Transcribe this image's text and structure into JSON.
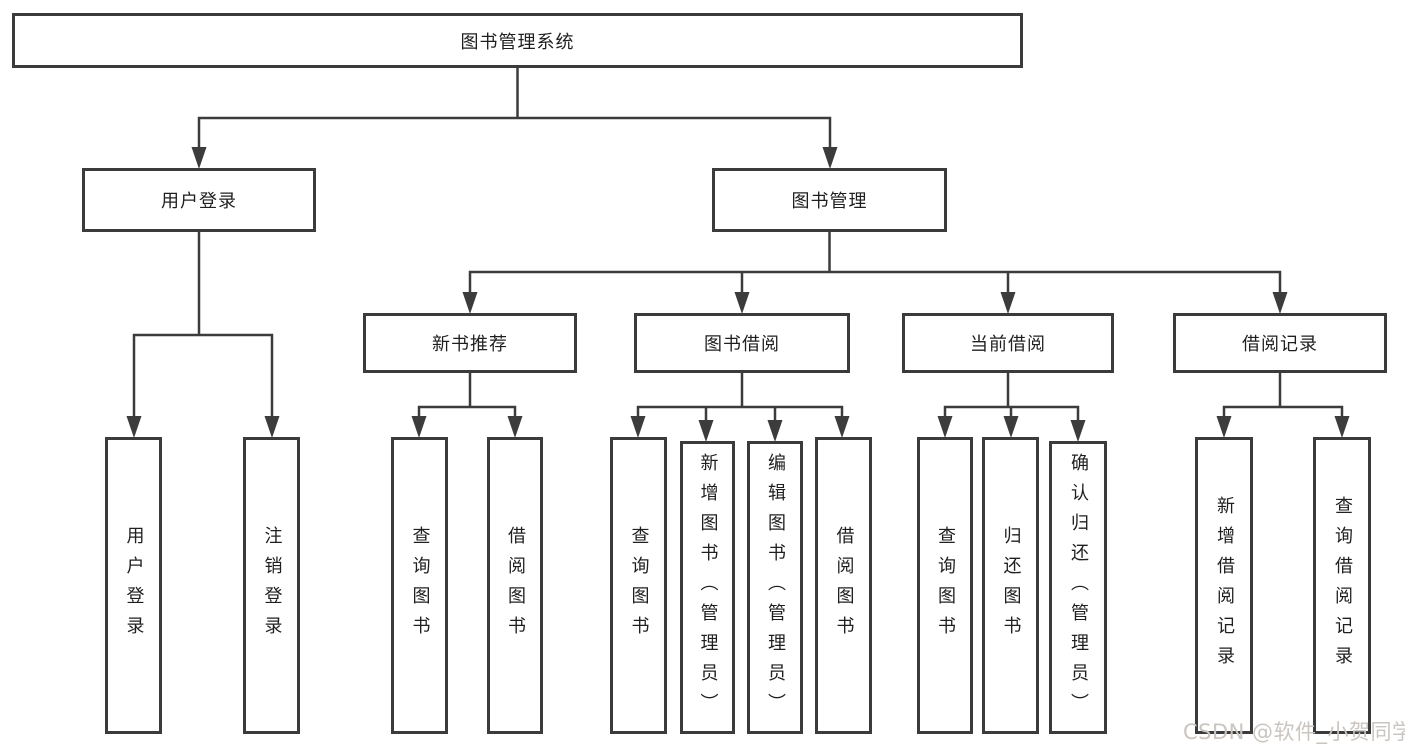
{
  "diagram": {
    "type": "hierarchy-tree",
    "root": {
      "label": "图书管理系统"
    },
    "level2": {
      "user_login": {
        "label": "用户登录"
      },
      "book_management": {
        "label": "图书管理"
      }
    },
    "level3": {
      "new_book_recommend": {
        "label": "新书推荐"
      },
      "book_borrowing": {
        "label": "图书借阅"
      },
      "current_borrowing": {
        "label": "当前借阅"
      },
      "borrow_records": {
        "label": "借阅记录"
      }
    },
    "leaves": {
      "user_login": {
        "label": "用户登录"
      },
      "logout": {
        "label": "注销登录"
      },
      "query_books_recommend": {
        "label": "查询图书"
      },
      "borrow_books_recommend": {
        "label": "借阅图书"
      },
      "query_books_borrowing": {
        "label": "查询图书"
      },
      "add_book_admin": {
        "label": "新增图书（管理员）"
      },
      "edit_book_admin": {
        "label": "编辑图书（管理员）"
      },
      "borrow_books_borrowing": {
        "label": "借阅图书"
      },
      "query_books_current": {
        "label": "查询图书"
      },
      "return_book": {
        "label": "归还图书"
      },
      "confirm_return_admin": {
        "label": "确认归还（管理员）"
      },
      "add_borrow_record": {
        "label": "新增借阅记录"
      },
      "query_borrow_record": {
        "label": "查询借阅记录"
      }
    },
    "edges": [
      "图书管理系统→用户登录",
      "图书管理系统→图书管理",
      "用户登录→用户登录",
      "用户登录→注销登录",
      "图书管理→新书推荐",
      "图书管理→图书借阅",
      "图书管理→当前借阅",
      "图书管理→借阅记录",
      "新书推荐→查询图书",
      "新书推荐→借阅图书",
      "图书借阅→查询图书",
      "图书借阅→新增图书（管理员）",
      "图书借阅→编辑图书（管理员）",
      "图书借阅→借阅图书",
      "当前借阅→查询图书",
      "当前借阅→归还图书",
      "当前借阅→确认归还（管理员）",
      "借阅记录→新增借阅记录",
      "借阅记录→查询借阅记录"
    ]
  },
  "watermark": {
    "text": "CSDN @软件_小贺同学"
  },
  "colors": {
    "line": "#3c3c3c",
    "box_border": "#3b3b3b",
    "box_fill": "#ffffff",
    "text": "#1f1f1f",
    "watermark": "#cbc5c0",
    "background": "#ffffff"
  }
}
